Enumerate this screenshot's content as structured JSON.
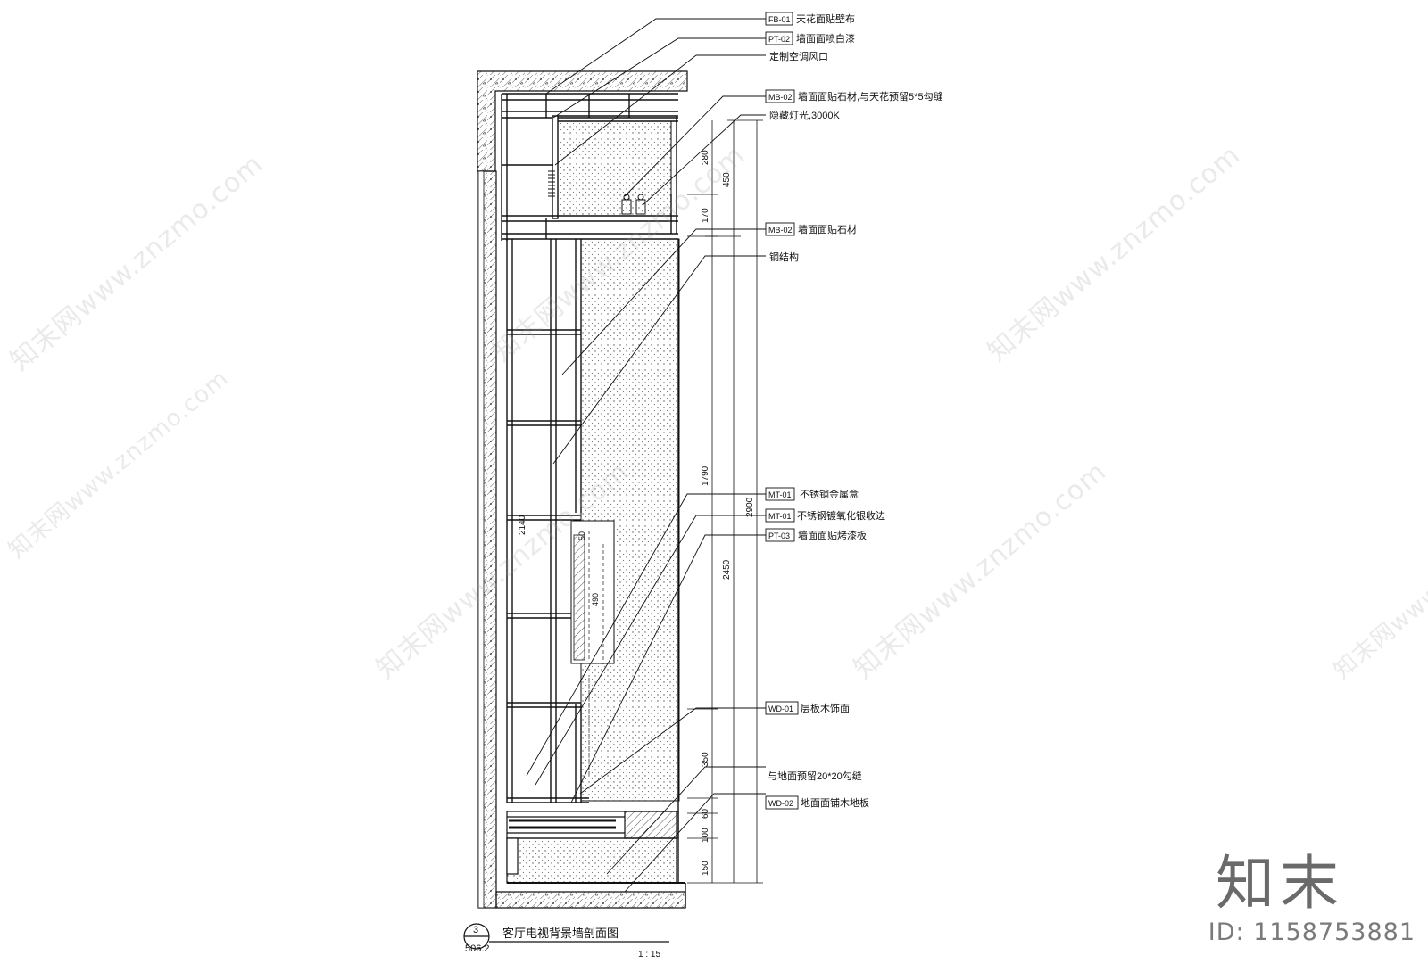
{
  "drawing": {
    "title": "客厅电视背景墙剖面图",
    "scale": "1 : 15",
    "section_no": "3",
    "sheet_no": "506.2"
  },
  "callouts": [
    {
      "code": "FB-01",
      "text": "天花面贴壁布"
    },
    {
      "code": "PT-02",
      "text": "墙面面喷白漆"
    },
    {
      "code": "",
      "text": "定制空调风口"
    },
    {
      "code": "MB-02",
      "text": "墙面面贴石材,与天花预留5*5勾缝"
    },
    {
      "code": "",
      "text": "隐藏灯光,3000K"
    },
    {
      "code": "MB-02",
      "text": "墙面面贴石材"
    },
    {
      "code": "",
      "text": "钢结构"
    },
    {
      "code": "MT-01",
      "text": "不锈钢金属盒"
    },
    {
      "code": "MT-01",
      "text": "不锈钢镀氧化银收边"
    },
    {
      "code": "PT-03",
      "text": "墙面面贴烤漆板"
    },
    {
      "code": "WD-01",
      "text": "层板木饰面"
    },
    {
      "code": "",
      "text": "与地面预留20*20勾缝"
    },
    {
      "code": "WD-02",
      "text": "地面面铺木地板"
    }
  ],
  "dimensions": {
    "chain_inner": [
      "280",
      "170",
      "1790",
      "350",
      "60",
      "100",
      "150"
    ],
    "chain_outer": [
      "450",
      "2900",
      "2450"
    ],
    "left_height": "2140",
    "inner_small": [
      "50",
      "490"
    ]
  },
  "watermark": {
    "text": "知末网www.znzmo.com",
    "logo": "知末",
    "id_label": "ID: 1158753881"
  }
}
